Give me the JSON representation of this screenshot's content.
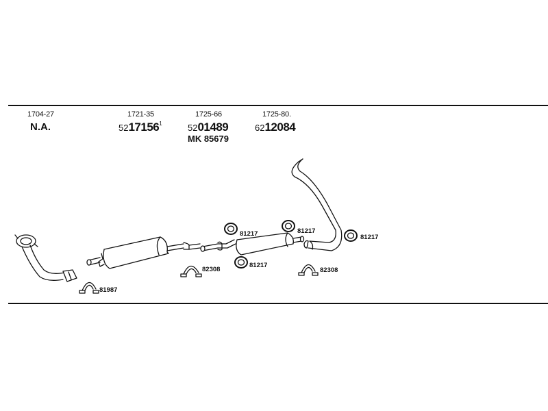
{
  "columns": [
    {
      "ref": "1704-27",
      "main": "N.A."
    },
    {
      "ref": "1721-35",
      "prefix": "52",
      "number": "17156",
      "superscript": "1"
    },
    {
      "ref": "1725-66",
      "prefix": "52",
      "number": "01489",
      "extra": "MK 85679"
    },
    {
      "ref": "1725-80.",
      "prefix": "62",
      "number": "12084"
    }
  ],
  "callouts": {
    "clamp_front": "81987",
    "clamp_mid": "82308",
    "ring_top_left": "81217",
    "ring_top_right": "81217",
    "ring_bottom": "81217",
    "ring_right": "81217",
    "clamp_rear": "82308"
  },
  "colors": {
    "line": "#111111",
    "background": "#ffffff"
  }
}
